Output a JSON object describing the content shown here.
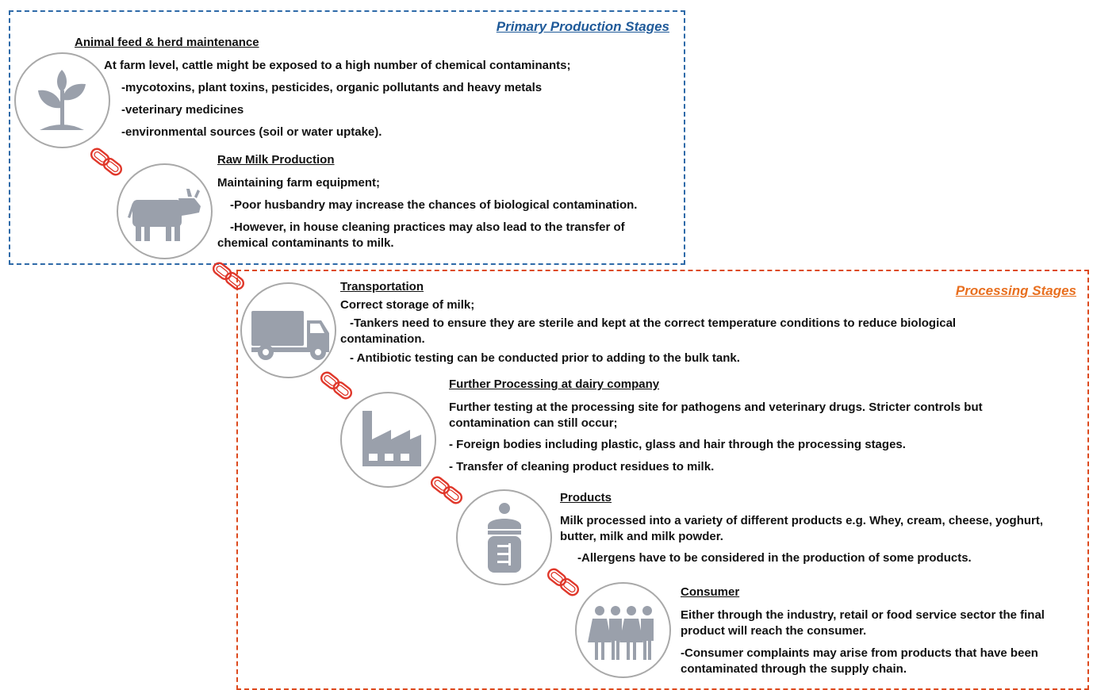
{
  "colors": {
    "primary_accent": "#1f5a99",
    "processing_accent": "#e86f1f",
    "icon_gray": "#9aa0ab",
    "chain_red": "#e0382b"
  },
  "primary_section": {
    "title": "Primary Production Stages"
  },
  "processing_section": {
    "title": "Processing Stages"
  },
  "stages": [
    {
      "icon": "plant-icon",
      "title": "Animal feed & herd maintenance",
      "lines": [
        "At farm level, cattle might be exposed to a high number of chemical contaminants;",
        "-mycotoxins, plant toxins, pesticides, organic pollutants and heavy metals",
        "-veterinary medicines",
        "-environmental sources (soil or water uptake)."
      ]
    },
    {
      "icon": "cow-icon",
      "title": "Raw Milk Production",
      "lines": [
        "Maintaining farm equipment;",
        "-Poor husbandry may increase the chances of biological contamination.",
        "-However, in house cleaning practices may also lead to the transfer of chemical contaminants to milk."
      ]
    },
    {
      "icon": "truck-icon",
      "title": "Transportation",
      "lines": [
        "Correct storage of milk;",
        "-Tankers need to ensure they are sterile and kept at the correct temperature conditions to reduce biological contamination.",
        "- Antibiotic testing can be conducted prior to adding to the bulk tank."
      ]
    },
    {
      "icon": "factory-icon",
      "title": "Further Processing at dairy company",
      "lines": [
        "Further testing at the processing site for pathogens and veterinary drugs. Stricter controls but contamination can still occur;",
        "- Foreign bodies including plastic, glass and hair through the processing stages.",
        "- Transfer of cleaning product residues to milk."
      ]
    },
    {
      "icon": "bottle-icon",
      "title": "Products",
      "lines": [
        "Milk processed into a variety of different products e.g. Whey, cream, cheese, yoghurt, butter, milk and milk powder.",
        "-Allergens have to be considered in the production of some products."
      ]
    },
    {
      "icon": "people-icon",
      "title": "Consumer",
      "lines": [
        "Either through the industry, retail or food service sector the final product will reach the consumer.",
        "-Consumer complaints may arise from products that have been contaminated through the supply chain."
      ]
    }
  ]
}
